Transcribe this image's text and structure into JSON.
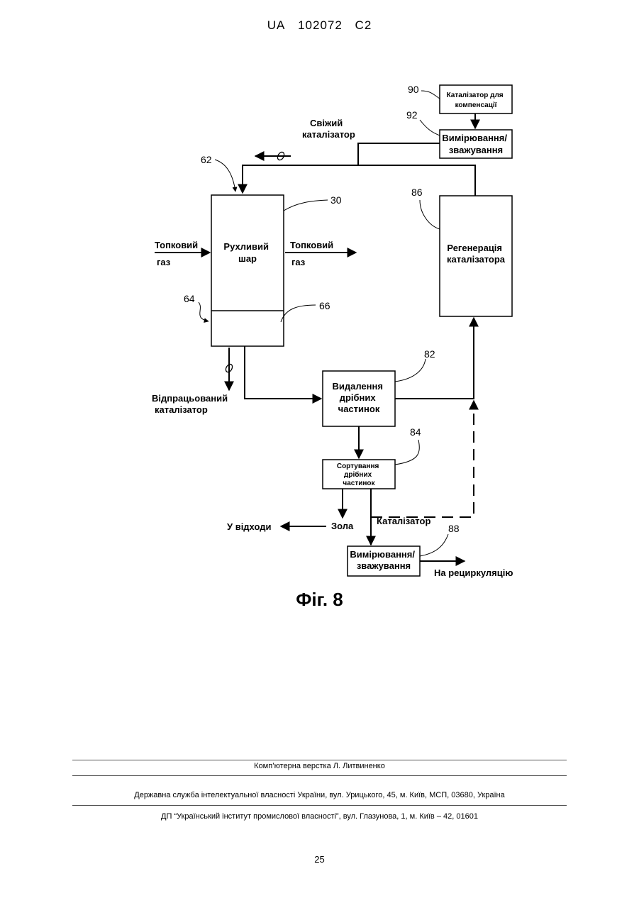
{
  "header": {
    "country": "UA",
    "number": "102072",
    "kind": "C2"
  },
  "diagram": {
    "labels": {
      "compensation_catalyst": [
        "Каталізатор для",
        "компенсації"
      ],
      "measuring_top": [
        "Вимірювання/",
        "зважування"
      ],
      "fresh_catalyst": [
        "Свіжий",
        "каталізатор"
      ],
      "moving_bed": [
        "Рухливий",
        "шар"
      ],
      "flue_gas_in": [
        "Топковий",
        "газ"
      ],
      "flue_gas_out": [
        "Топковий",
        "газ"
      ],
      "regeneration": [
        "Регенерація",
        "каталізатора"
      ],
      "spent_catalyst": [
        "Відпрацьований",
        "каталізатор"
      ],
      "fines_removal": [
        "Видалення",
        "дрібних",
        "частинок"
      ],
      "fines_sorting": [
        "Сортування",
        "дрібних",
        "частинок"
      ],
      "to_waste": "У відходи",
      "ash": "Зола",
      "catalyst": "Каталізатор",
      "measuring_bottom": [
        "Вимірювання/",
        "зважування"
      ],
      "to_recirculation": "На рециркуляцію"
    },
    "refs": {
      "r90": "90",
      "r92": "92",
      "r62": "62",
      "r30": "30",
      "r86": "86",
      "r64": "64",
      "r66": "66",
      "r82": "82",
      "r84": "84",
      "r88": "88"
    }
  },
  "figure_caption": "Фіг. 8",
  "footer": {
    "layout": "Комп’ютерна верстка Л. Литвиненко",
    "agency": "Державна служба інтелектуальної власності України, вул. Урицького, 45, м. Київ, МСП, 03680, Україна",
    "institute": "ДП “Український інститут промислової власності”, вул. Глазунова, 1, м. Київ – 42, 01601",
    "page": "25"
  }
}
